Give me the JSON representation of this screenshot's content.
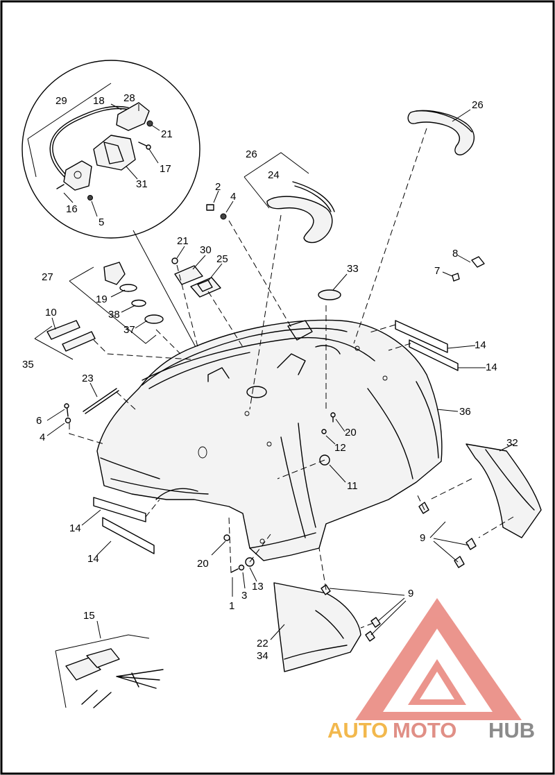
{
  "callouts": [
    {
      "key": "c29",
      "text": "29"
    },
    {
      "key": "c18",
      "text": "18"
    },
    {
      "key": "c28",
      "text": "28"
    },
    {
      "key": "c21a",
      "text": "21"
    },
    {
      "key": "c17",
      "text": "17"
    },
    {
      "key": "c31",
      "text": "31"
    },
    {
      "key": "c16",
      "text": "16"
    },
    {
      "key": "c5",
      "text": "5"
    },
    {
      "key": "c26a",
      "text": "26"
    },
    {
      "key": "c26b",
      "text": "26"
    },
    {
      "key": "c24",
      "text": "24"
    },
    {
      "key": "c2",
      "text": "2"
    },
    {
      "key": "c4a",
      "text": "4"
    },
    {
      "key": "c21b",
      "text": "21"
    },
    {
      "key": "c30",
      "text": "30"
    },
    {
      "key": "c25",
      "text": "25"
    },
    {
      "key": "c27",
      "text": "27"
    },
    {
      "key": "c19",
      "text": "19"
    },
    {
      "key": "c38",
      "text": "38"
    },
    {
      "key": "c37",
      "text": "37"
    },
    {
      "key": "c10",
      "text": "10"
    },
    {
      "key": "c35",
      "text": "35"
    },
    {
      "key": "c33",
      "text": "33"
    },
    {
      "key": "c8",
      "text": "8"
    },
    {
      "key": "c7",
      "text": "7"
    },
    {
      "key": "c14a",
      "text": "14"
    },
    {
      "key": "c14b",
      "text": "14"
    },
    {
      "key": "c14c",
      "text": "14"
    },
    {
      "key": "c14d",
      "text": "14"
    },
    {
      "key": "c23",
      "text": "23"
    },
    {
      "key": "c6",
      "text": "6"
    },
    {
      "key": "c4b",
      "text": "4"
    },
    {
      "key": "c36",
      "text": "36"
    },
    {
      "key": "c20a",
      "text": "20"
    },
    {
      "key": "c12",
      "text": "12"
    },
    {
      "key": "c11",
      "text": "11"
    },
    {
      "key": "c32",
      "text": "32"
    },
    {
      "key": "c9a",
      "text": "9"
    },
    {
      "key": "c9b",
      "text": "9"
    },
    {
      "key": "c20b",
      "text": "20"
    },
    {
      "key": "c1",
      "text": "1"
    },
    {
      "key": "c3",
      "text": "3"
    },
    {
      "key": "c13",
      "text": "13"
    },
    {
      "key": "c15",
      "text": "15"
    },
    {
      "key": "c22",
      "text": "22"
    },
    {
      "key": "c34",
      "text": "34"
    }
  ],
  "watermark": {
    "part1": "AUTO",
    "part2": "MOTO",
    "part3": "HUB",
    "colors": {
      "auto": "#f2b84d",
      "moto": "#e08f86",
      "hub": "#8b8b8b",
      "logo": "#e8837a"
    }
  }
}
